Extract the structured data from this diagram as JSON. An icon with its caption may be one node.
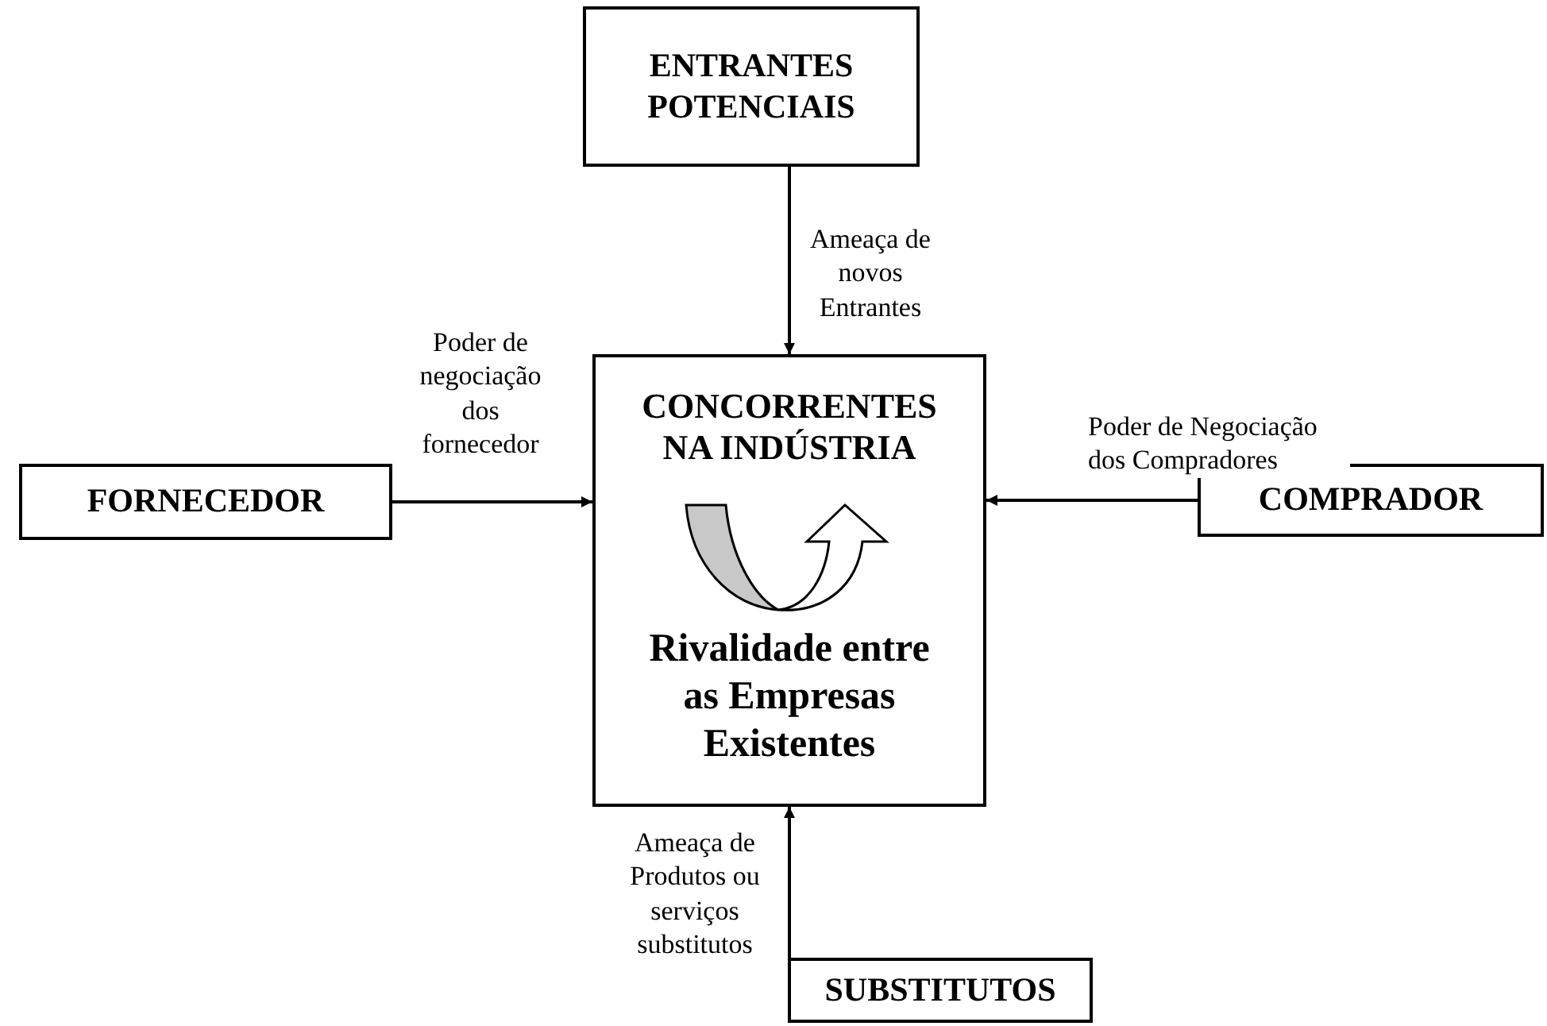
{
  "diagram": {
    "nodes": [
      {
        "text": [
          "ENTRANTES POTENCIAIS"
        ]
      },
      {
        "text": [
          "CONCORRENTES NA INDÚSTRIA",
          "Rivalidade entre as Empresas Existentes"
        ]
      },
      {
        "text": [
          "FORNECEDOR"
        ]
      },
      {
        "text": [
          "COMPRADOR"
        ]
      },
      {
        "text": [
          "SUBSTITUTOS"
        ]
      }
    ],
    "edges": [
      {
        "from": 0,
        "to": 1,
        "arrow": "to",
        "label": "Ameaça de novos Entrantes"
      },
      {
        "from": 2,
        "to": 1,
        "arrow": "to",
        "label": "Poder de negociação dos fornecedor"
      },
      {
        "from": 3,
        "to": 1,
        "arrow": "to",
        "label": "Poder de Negociação dos Compradores"
      },
      {
        "from": 4,
        "to": 1,
        "arrow": "to",
        "label": "Ameaça de Produtos ou serviços substitutos"
      }
    ]
  }
}
